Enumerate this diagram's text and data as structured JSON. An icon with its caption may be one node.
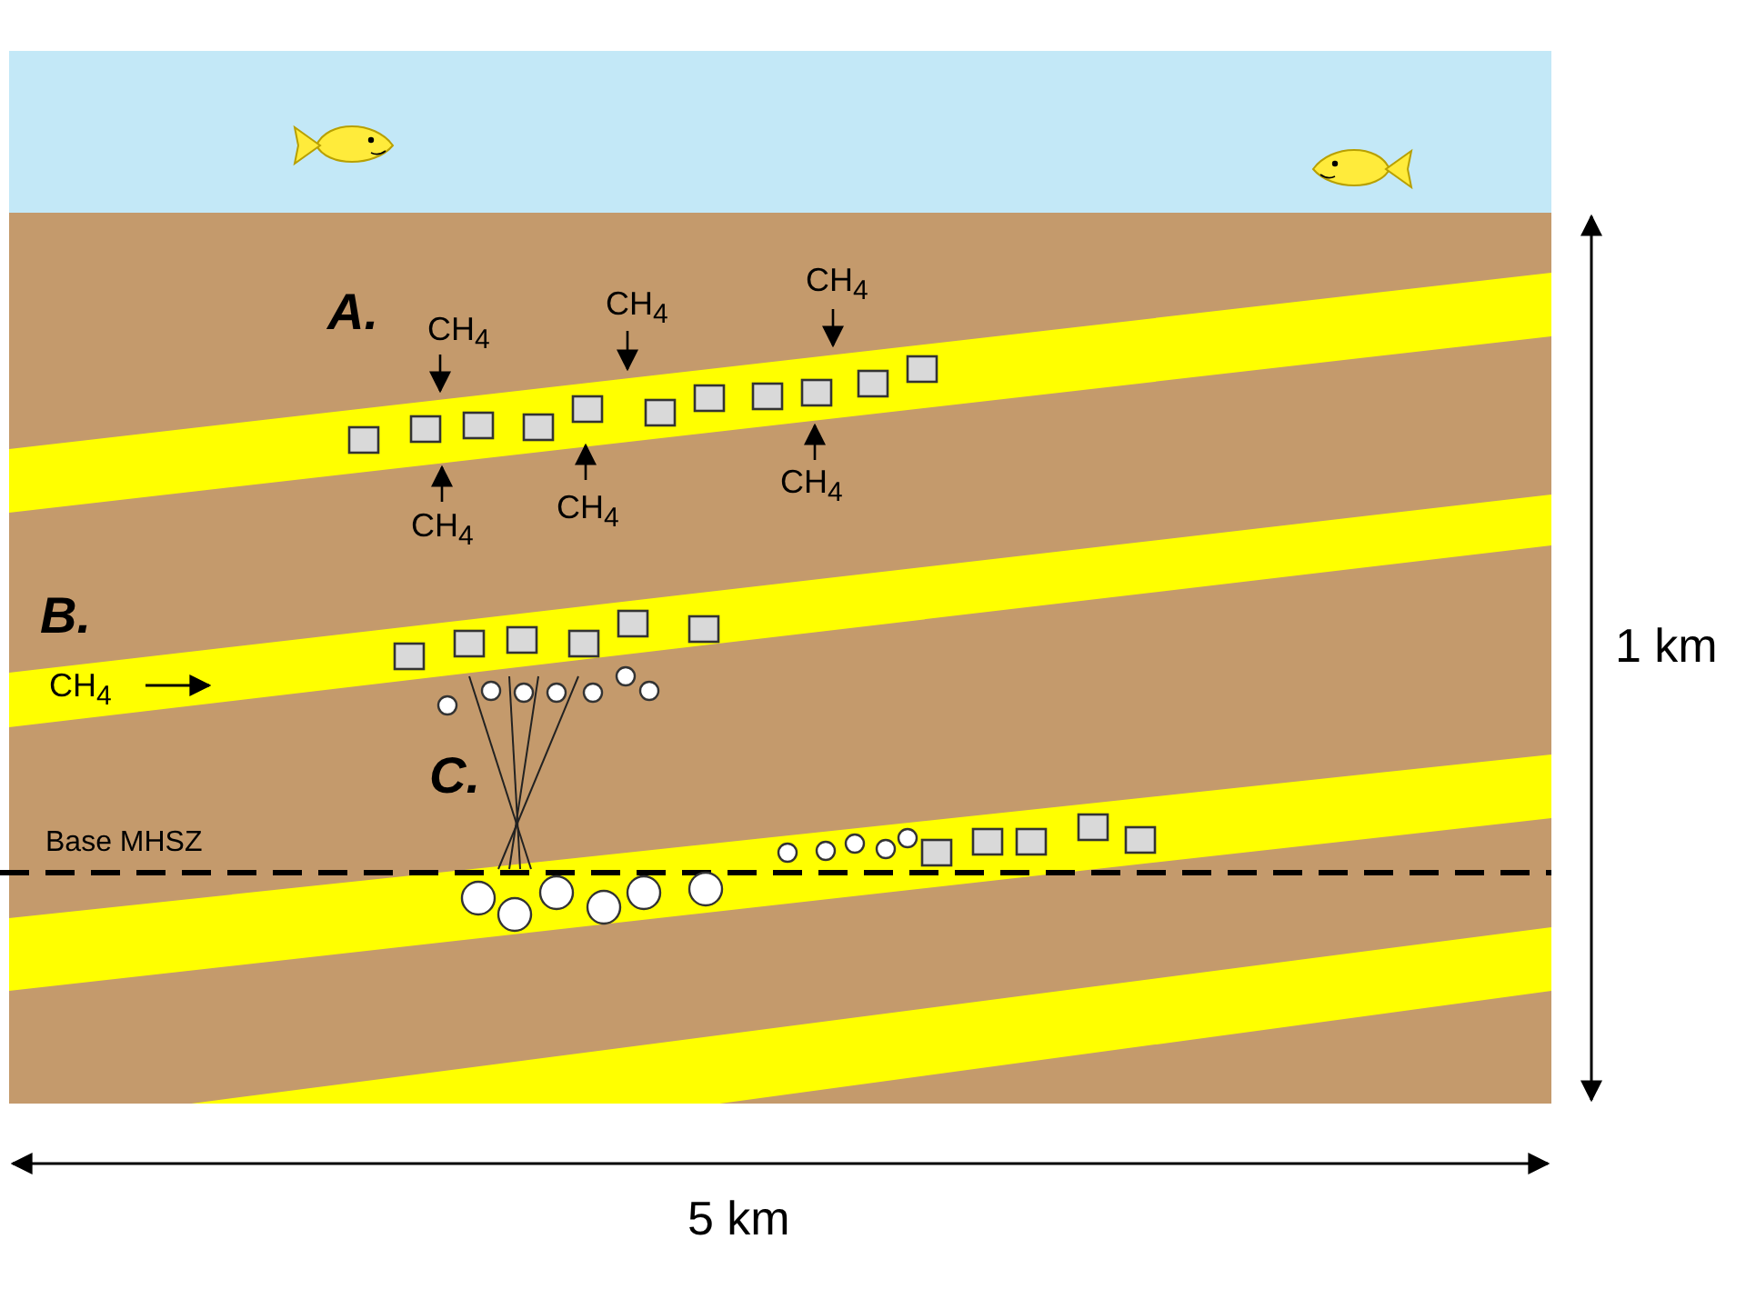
{
  "diagram": {
    "labels": [
      "A.",
      "CH$_{4}$",
      "CH$_{4}$",
      "CH$_{4}$",
      "CH$_{4}$",
      "CH$_{4}$",
      "CH$_{4}$",
      "1 km",
      "B.",
      "CH$_{4}$",
      "C.",
      "Base MHSZ",
      "5 km"
    ]
  }
}
